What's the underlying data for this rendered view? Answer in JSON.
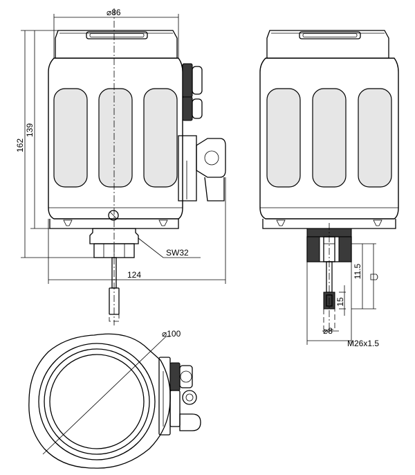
{
  "dimensions": {
    "diameter_top": "⌀86",
    "height_total": "162",
    "height_body": "139",
    "width_total": "124",
    "wrench_size": "SW32",
    "thread_length": "11.5",
    "pin_length": "15",
    "pin_diameter": "⌀8",
    "thread": "M26x1.5",
    "diameter_bottom": "⌀100"
  }
}
